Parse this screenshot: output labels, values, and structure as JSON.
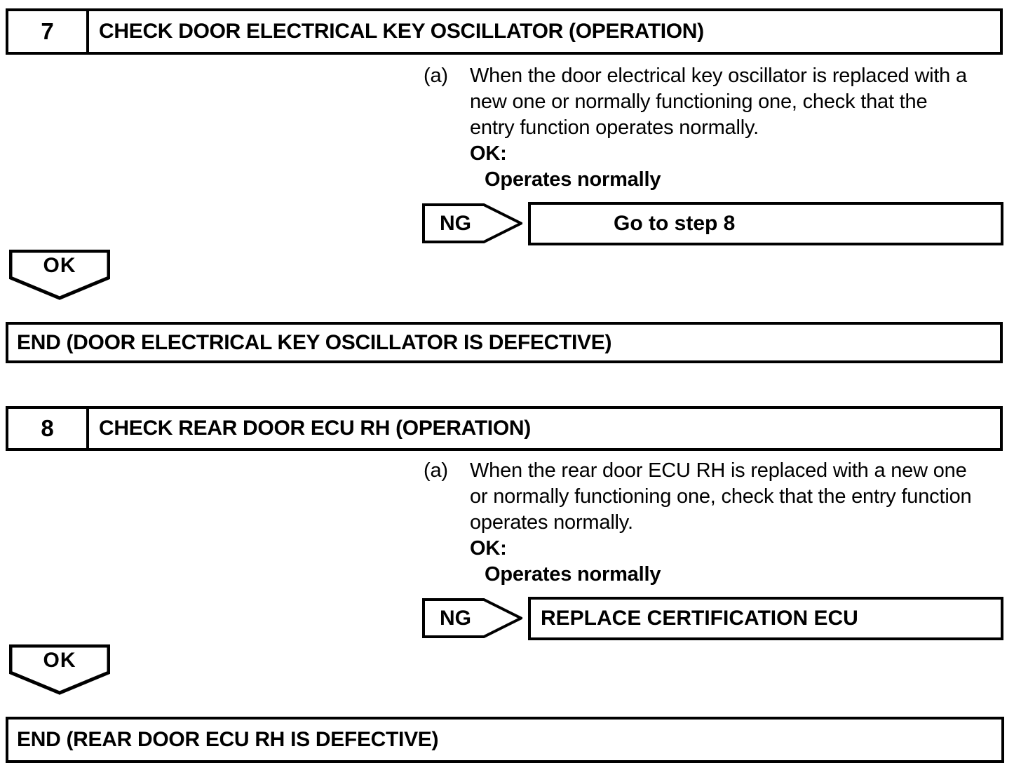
{
  "page": {
    "background_color": "#ffffff",
    "line_color": "#000000"
  },
  "steps": [
    {
      "number": "7",
      "title": "CHECK DOOR ELECTRICAL KEY OSCILLATOR (OPERATION)",
      "substep": {
        "marker": "(a)",
        "lines": [
          "When the door electrical key oscillator is replaced with a",
          "new one or normally functioning one, check that the",
          "entry function operates normally."
        ],
        "ok_label": "OK:",
        "ok_condition": "Operates normally"
      },
      "ng": {
        "label": "NG",
        "action": "Go to step 8"
      },
      "ok_connector": "OK",
      "end_box": "END (DOOR ELECTRICAL KEY OSCILLATOR IS DEFECTIVE)"
    },
    {
      "number": "8",
      "title": "CHECK REAR DOOR ECU RH (OPERATION)",
      "substep": {
        "marker": "(a)",
        "lines": [
          "When the rear door ECU RH is replaced with a new one",
          "or normally functioning one, check that the entry function",
          "operates normally."
        ],
        "ok_label": "OK:",
        "ok_condition": "Operates normally"
      },
      "ng": {
        "label": "NG",
        "action": "REPLACE CERTIFICATION ECU"
      },
      "ok_connector": "OK",
      "end_box": "END (REAR DOOR ECU RH IS DEFECTIVE)"
    }
  ]
}
